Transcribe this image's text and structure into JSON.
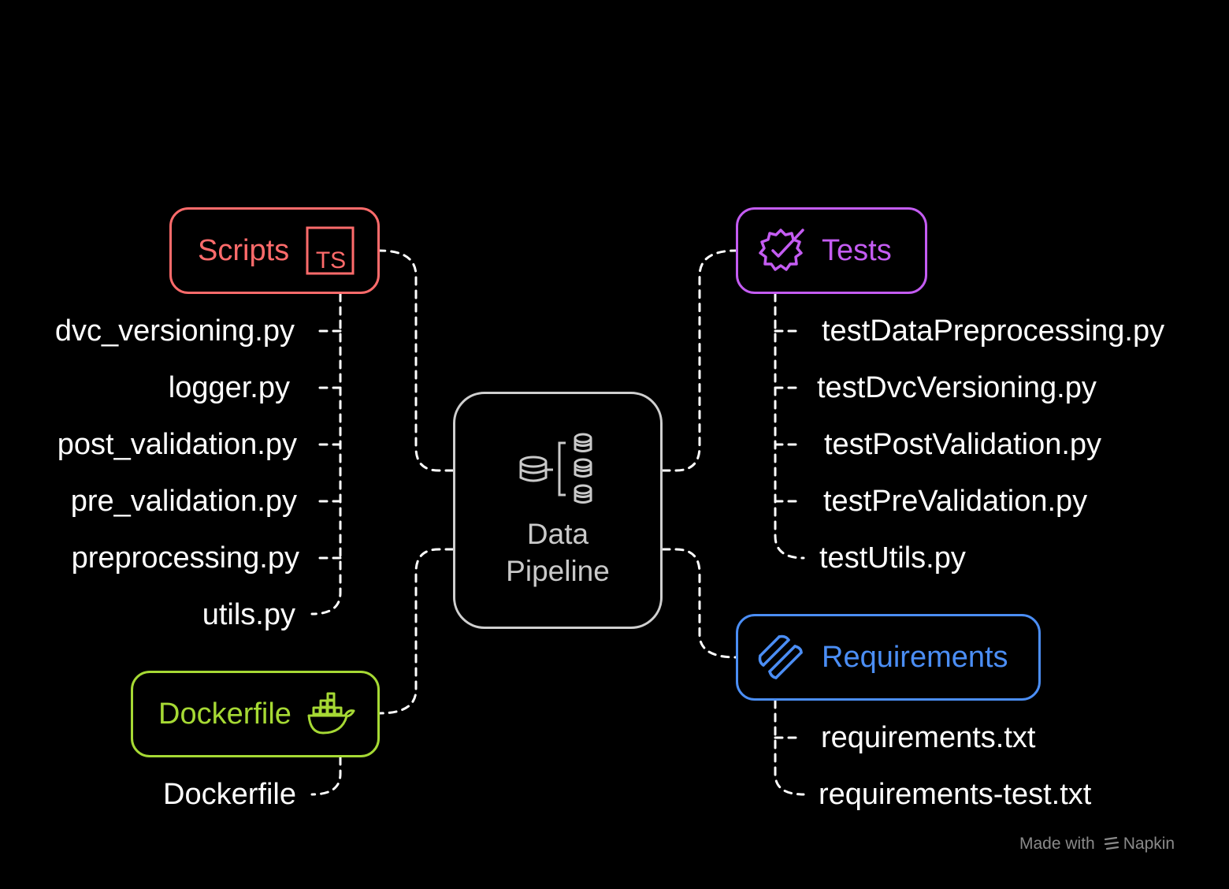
{
  "center": {
    "title_line1": "Data",
    "title_line2": "Pipeline",
    "icon": "database-pipeline-icon"
  },
  "scripts": {
    "label": "Scripts",
    "color": "#ff6b6b",
    "icon": "typescript-icon",
    "icon_text": "TS",
    "files": [
      "dvc_versioning.py",
      "logger.py",
      "post_validation.py",
      "pre_validation.py",
      "preprocessing.py",
      "utils.py"
    ]
  },
  "dockerfile": {
    "label": "Dockerfile",
    "color": "#a6d934",
    "icon": "docker-icon",
    "files": [
      "Dockerfile"
    ]
  },
  "tests": {
    "label": "Tests",
    "color": "#c45cf2",
    "icon": "verified-badge-icon",
    "files": [
      "testDataPreprocessing.py",
      "testDvcVersioning.py",
      "testPostValidation.py",
      "testPreValidation.py",
      "testUtils.py"
    ]
  },
  "requirements": {
    "label": "Requirements",
    "color": "#4b8ef5",
    "icon": "requirements-icon",
    "files": [
      "requirements.txt",
      "requirements-test.txt"
    ]
  },
  "watermark": {
    "prefix": "Made with",
    "brand": "Napkin",
    "icon": "napkin-logo-icon"
  }
}
